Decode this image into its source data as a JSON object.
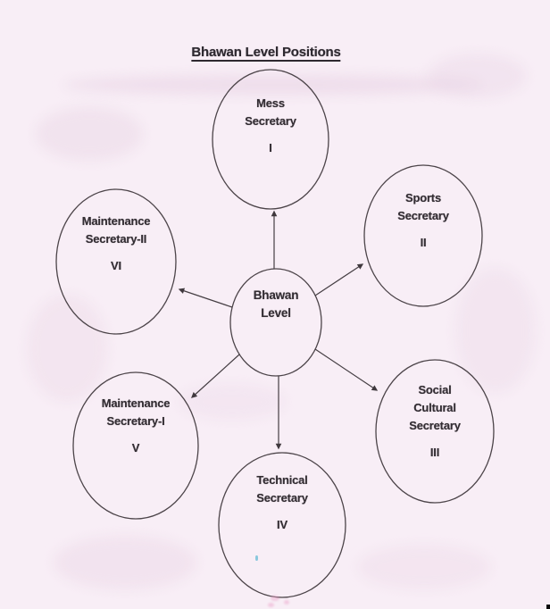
{
  "title": "Bhawan Level Positions",
  "center_node": {
    "lines": [
      "Bhawan",
      "Level"
    ]
  },
  "nodes": [
    {
      "id": "mess-secretary",
      "lines": [
        "Mess",
        "Secretary"
      ],
      "numeral": "I"
    },
    {
      "id": "sports-secretary",
      "lines": [
        "Sports",
        "Secretary"
      ],
      "numeral": "II"
    },
    {
      "id": "social-cultural-secretary",
      "lines": [
        "Social",
        "Cultural",
        "Secretary"
      ],
      "numeral": "III"
    },
    {
      "id": "technical-secretary",
      "lines": [
        "Technical",
        "Secretary"
      ],
      "numeral": "IV"
    },
    {
      "id": "maintenance-secretary-I",
      "lines": [
        "Maintenance",
        "Secretary-I"
      ],
      "numeral": "V"
    },
    {
      "id": "maintenance-secretary-II",
      "lines": [
        "Maintenance",
        "Secretary-II"
      ],
      "numeral": "VI"
    }
  ],
  "colors": {
    "background": "#f8eef6",
    "line": "#4c4449",
    "text": "#332d33"
  }
}
